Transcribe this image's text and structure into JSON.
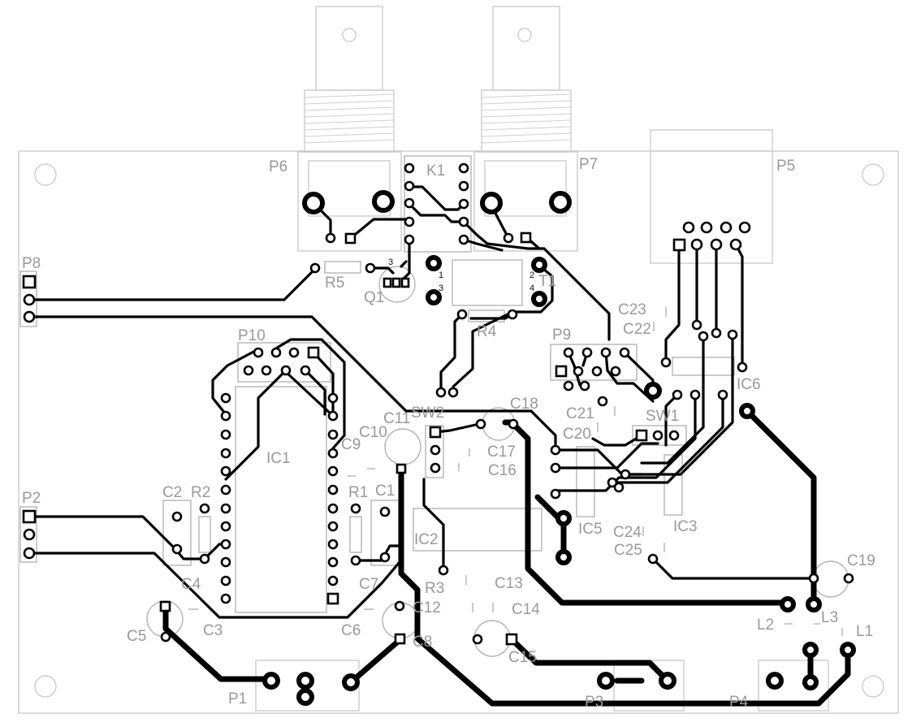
{
  "board": {
    "background": "#ffffff",
    "trace_color": "#000000",
    "silkscreen_color": "#9a9a9a",
    "outline_color": "#c8c8c8"
  },
  "labels": {
    "P6": "P6",
    "K1": "K1",
    "P7": "P7",
    "P5": "P5",
    "P8": "P8",
    "R5": "R5",
    "Q1": "Q1",
    "T1": "T1",
    "R4": "R4",
    "C23": "C23",
    "C22": "C22",
    "P9": "P9",
    "P10": "P10",
    "IC6": "IC6",
    "C18": "C18",
    "C21": "C21",
    "SW2": "SW2",
    "C11": "C11",
    "C10": "C10",
    "C9": "C9",
    "IC1": "IC1",
    "C20": "C20",
    "SW1": "SW1",
    "C17": "C17",
    "C16": "C16",
    "P2": "P2",
    "C2": "C2",
    "R2": "R2",
    "R1": "R1",
    "C1": "C1",
    "IC2": "IC2",
    "IC5": "IC5",
    "IC3": "IC3",
    "C24": "C24",
    "C25": "C25",
    "C19": "C19",
    "C4": "C4",
    "C7": "C7",
    "R3": "R3",
    "C13": "C13",
    "C12": "C12",
    "C14": "C14",
    "C5": "C5",
    "C3": "C3",
    "C6": "C6",
    "C8": "C8",
    "C15": "C15",
    "L2": "L2",
    "L3": "L3",
    "L1": "L1",
    "P1": "P1",
    "P3": "P3",
    "P4": "P4"
  },
  "pin_numbers": {
    "t1_pin1": "1",
    "t1_pin2": "2",
    "t1_pin3": "3",
    "t1_pin4": "4",
    "q1_pin3": "3"
  }
}
